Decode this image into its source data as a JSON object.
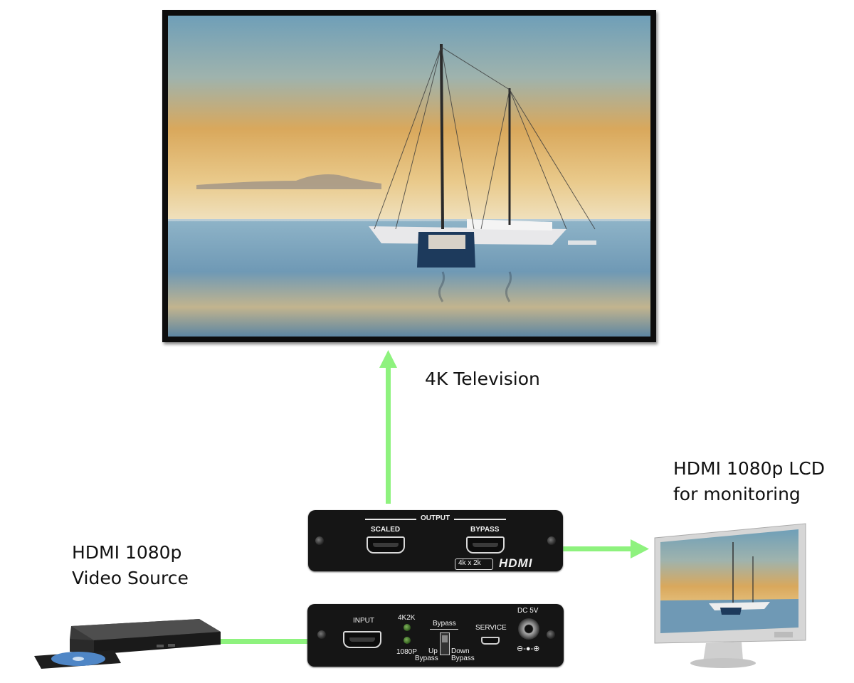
{
  "labels": {
    "tv": "4K Television",
    "lcd_line1": "HDMI 1080p LCD",
    "lcd_line2": "for monitoring",
    "source_line1": "HDMI 1080p",
    "source_line2": "Video Source"
  },
  "output_panel": {
    "title": "OUTPUT",
    "scaled": "SCALED",
    "bypass": "BYPASS",
    "badge": "4k x 2k",
    "logo": "HDMI"
  },
  "input_panel": {
    "input": "INPUT",
    "led_4k": "4K2K",
    "led_1080": "1080P",
    "switch_top": "Bypass",
    "switch_up": "Up",
    "switch_up_sub": "Bypass",
    "switch_down": "Down",
    "switch_down_sub": "Bypass",
    "service": "SERVICE",
    "dc": "DC 5V"
  },
  "colors": {
    "arrow": "#8ef27e",
    "panel": "#151515"
  }
}
